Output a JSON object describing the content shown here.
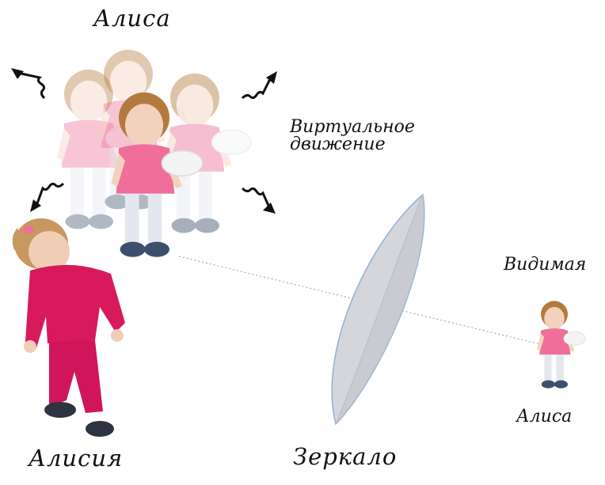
{
  "labels": {
    "alice_top": "Алиса",
    "virtual_motion_line1": "Виртуальное",
    "virtual_motion_line2": "движение",
    "visible": "Видимая",
    "alice_small": "Алиса",
    "alicia": "Алисия",
    "mirror": "Зеркало"
  },
  "colors": {
    "shirt_pink": "#ef6f9a",
    "suit_magenta": "#d8195c",
    "mirror_face": "#d4d6db",
    "mirror_rim": "#8fb0d6",
    "sight_line": "#9a9a9a",
    "arrow": "#111111"
  },
  "icons": [
    "wavy-arrow-icon"
  ]
}
